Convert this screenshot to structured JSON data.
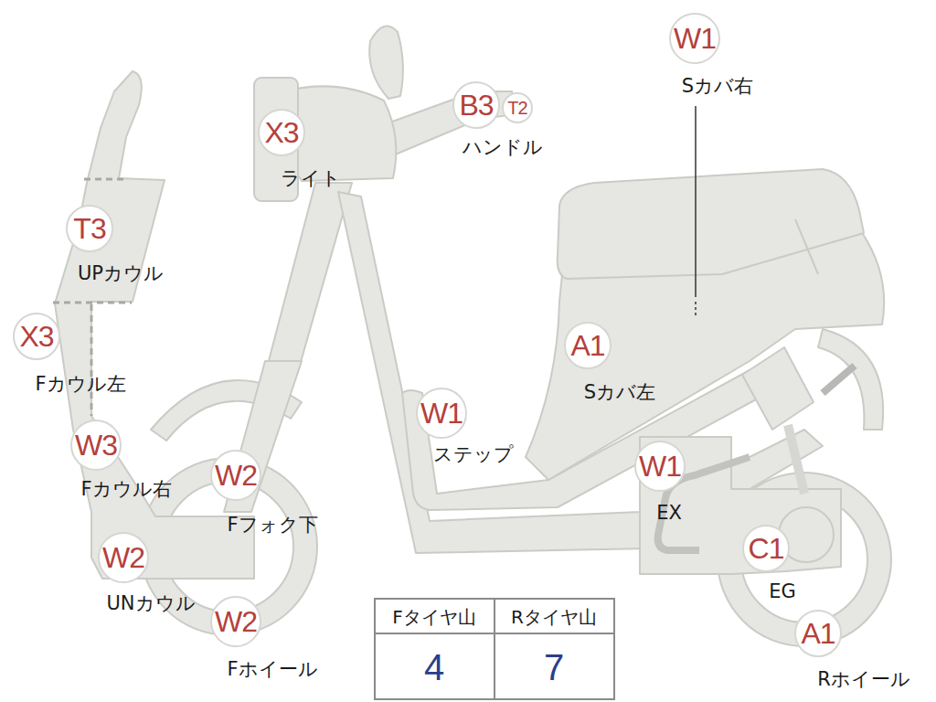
{
  "diagram": {
    "nodes": [
      {
        "text": [
          "W1",
          "Sカバ右"
        ]
      },
      {
        "text": [
          "X3",
          "ライト"
        ]
      },
      {
        "text": [
          "B3",
          "ハンドル"
        ]
      },
      {
        "text": [
          "T2"
        ]
      },
      {
        "text": [
          "T3",
          "UPカウル"
        ]
      },
      {
        "text": [
          "X3",
          "Fカウル左"
        ]
      },
      {
        "text": [
          "A1",
          "Sカバ左"
        ]
      },
      {
        "text": [
          "W1",
          "ステップ"
        ]
      },
      {
        "text": [
          "W3",
          "Fカウル右"
        ]
      },
      {
        "text": [
          "W2",
          "Fフォク下"
        ]
      },
      {
        "text": [
          "W1",
          "EX"
        ]
      },
      {
        "text": [
          "C1",
          "EG"
        ]
      },
      {
        "text": [
          "W2",
          "UNカウル"
        ]
      },
      {
        "text": [
          "W2",
          "Fホイール"
        ]
      },
      {
        "text": [
          "A1",
          "Rホイール"
        ]
      }
    ],
    "labels": [
      "Fタイヤ山",
      "Rタイヤ山",
      "4",
      "7"
    ]
  }
}
